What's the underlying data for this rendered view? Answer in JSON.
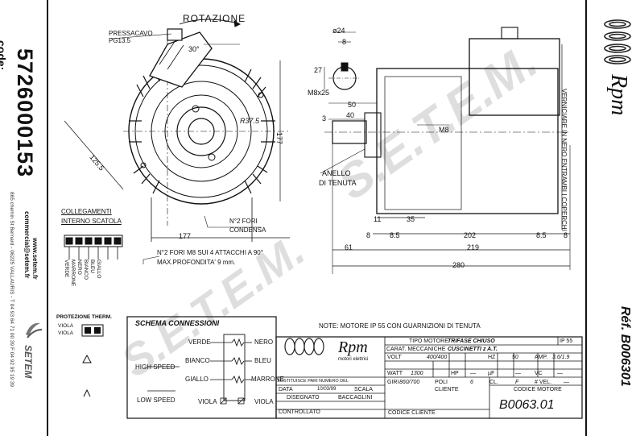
{
  "left_panel": {
    "code_label": "code:",
    "code_number": "5726000153",
    "company_email": "commercial@setem.fr",
    "company_web": "www.setem.fr",
    "company_address": "865 chemin St Bernard - 06225 VALLAURIS - T 04 93 64 71 00 39 F 04 92 95 19 39",
    "brand_logo": "SETEM"
  },
  "right_panel": {
    "ref_label": "Réf. B006301",
    "brand_name": "Rpm",
    "side_note": "VERNICIARE IN NERO ENTRAMBI I COPERCHI"
  },
  "drawing": {
    "rotation_label": "ROTAZIONE",
    "cable_gland_label": "PRESSACAVO",
    "cable_gland_size": "PG13.5",
    "angle_30": "30°",
    "radius_label": "R37.5",
    "dim_125_5": "125.5",
    "dim_177_v": "177",
    "dim_177_h": "177",
    "holes_note": "N°2 FORI",
    "holes_note2": "CONDENSA",
    "mount_note": "N°2 FORI M8 SUI 4 ATTACCHI A 90°",
    "mount_depth": "MAX.PROFONDITA' 9 mm.",
    "shaft_dia": "ø24",
    "key_width": "8",
    "key_height": "27",
    "thread": "M8x25",
    "dim_50": "50",
    "dim_40": "40",
    "dim_3": "3",
    "dim_m8": "M8",
    "seal_ring_label": "ANELLO",
    "seal_ring_label2": "DI TENUTA",
    "dim_11": "11",
    "dim_35": "35",
    "dim_8a": "8",
    "dim_8_5a": "8.5",
    "dim_202": "202",
    "dim_8_5b": "8.5",
    "dim_8b": "8",
    "dim_61": "61",
    "dim_219": "219",
    "dim_280": "280",
    "watermark_logo": "S.E.T.E.M."
  },
  "connections": {
    "title": "COLLEGAMENTI",
    "subtitle": "INTERNO SCATOLA",
    "wires": [
      "VERDE",
      "MARRONE",
      "NERO",
      "BIANCO",
      "BLEU",
      "GIALLO"
    ],
    "thermal_title": "PROTEZIONE THERM.",
    "thermal_wires": [
      "VIOLA",
      "VIOLA"
    ]
  },
  "schema": {
    "title": "SCHEMA CONNESSIONI",
    "high_speed": "HIGH SPEED",
    "low_speed": "LOW SPEED",
    "left_wires": [
      "VERDE",
      "BIANCO",
      "GIALLO"
    ],
    "right_wires": [
      "NERO",
      "BLEU",
      "MARRONE"
    ],
    "bottom_left": "VIOLA",
    "bottom_right": "VIOLA"
  },
  "note": "NOTE: MOTORE IP 55 CON GUARNIZIONI DI TENUTA",
  "title_block": {
    "logo": "Rpm",
    "logo_sub": "motori elettrici",
    "tipo_motore_label": "TIPO MOTORE",
    "tipo_motore": "TRIFASE CHIUSO",
    "ip": "IP 55",
    "car_mecc_label": "CARAT. MECCANICHE",
    "car_mecc": "CUSCINETTI z A.T.",
    "volt_label": "VOLT",
    "volt": "400/400",
    "hz_label": "HZ",
    "hz": "50",
    "amp_label": "AMP.",
    "amp": "3.6/1.9",
    "watt_label": "WATT",
    "watt": "1300",
    "hp_label": "HP",
    "hp": "—",
    "uf_label": "µF",
    "uf": "—",
    "vc_label": "VC",
    "vc": "—",
    "giri_label": "GIRI",
    "giri": "860/700",
    "poli_label": "POLI",
    "poli": "6",
    "cl_label": "CL.",
    "cl": "F",
    "vel_label": "# VEL.",
    "vel": "—",
    "sostituisce_label": "SOSTITUISCE PARI NUMERO DEL",
    "data_label": "DATA",
    "data": "10/03/99",
    "scala_label": "SCALA",
    "disegnato_label": "DISEGNATO",
    "disegnato": "BACCAGLINI",
    "controllato_label": "CONTROLLATO",
    "cliente_label": "CLIENTE",
    "codice_motore_label": "CODICE MOTORE",
    "codice_cliente_label": "CODICE CLIENTE",
    "drawing_number": "B0063.01"
  }
}
